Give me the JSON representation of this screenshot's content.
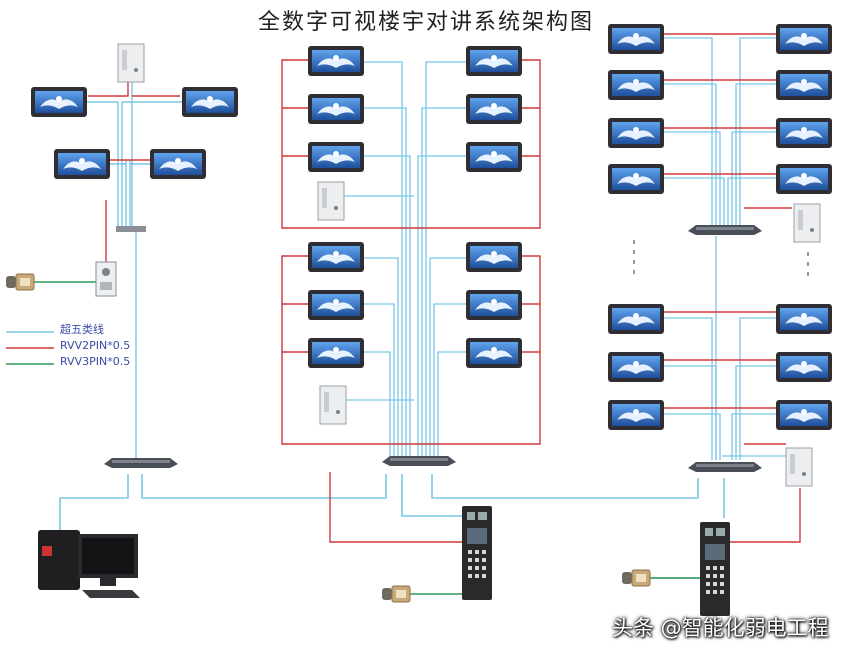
{
  "title": "全数字可视楼宇对讲系统架构图",
  "legend": [
    {
      "label": "超五类线",
      "color": "#79c7e6"
    },
    {
      "label": "RVV2PIN*0.5",
      "color": "#d23a3a"
    },
    {
      "label": "RVV3PIN*0.5",
      "color": "#2f9a5a"
    }
  ],
  "watermark": "头条 @智能化弱电工程",
  "colors": {
    "cat5": "#79c7e6",
    "rvv2": "#d23a3a",
    "rvv3": "#2f9a5a",
    "monitor_body": "#2e2e34",
    "monitor_screen": "#3f7fd0",
    "switch": "#4a4f57"
  }
}
